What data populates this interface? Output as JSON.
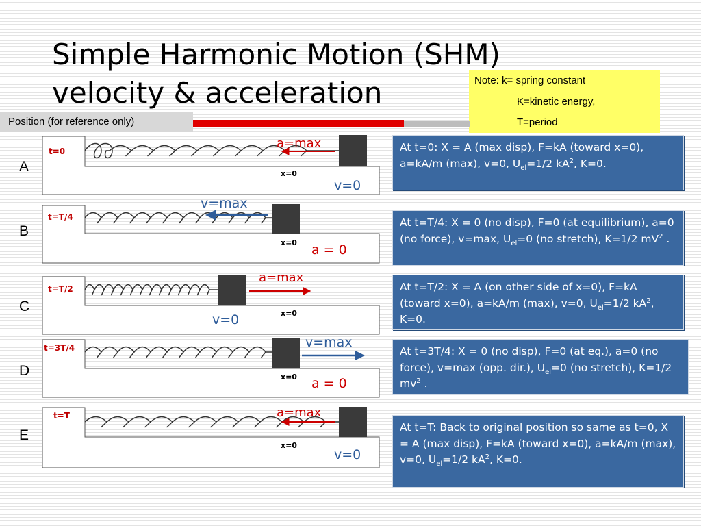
{
  "title": {
    "line1": "Simple Harmonic Motion (SHM)",
    "line2": "velocity & acceleration"
  },
  "note": {
    "line1": "Note:  k= spring constant",
    "line2": "K=kinetic energy,",
    "line3": "T=period"
  },
  "position_label": "Position (for reference only)",
  "colors": {
    "info_box": "#3a68a0",
    "note_box": "#ffff66",
    "arrow_red": "#cc0000",
    "arrow_blue": "#2e5c9a"
  },
  "rows": [
    {
      "letter": "A",
      "time_label": "t=0",
      "x0_label": "x=0",
      "vec_label": "a=max",
      "state_label": "v=0",
      "info": {
        "p1": "At t=0:  X = A (max disp), F=kA (toward x=0), a=kA/m (max), v=0, U",
        "sub": "el",
        "p2": "=1/2 kA",
        "sup": "2",
        "p3": ", K=0."
      }
    },
    {
      "letter": "B",
      "time_label": "t=T/4",
      "x0_label": "x=0",
      "vec_label": "v=max",
      "state_label": "a = 0",
      "info": {
        "p1": "At t=T/4:  X = 0 (no disp), F=0 (at equilibrium), a=0 (no force), v=max, U",
        "sub": "el",
        "p2": "=0 (no stretch), K=1/2 mV",
        "sup": "2",
        "p3": " ."
      }
    },
    {
      "letter": "C",
      "time_label": "t=T/2",
      "x0_label": "x=0",
      "vec_label": "a=max",
      "state_label": "v=0",
      "info": {
        "p1": "At t=T/2:  X = A (on other side of x=0), F=kA (toward x=0), a=kA/m (max), v=0, U",
        "sub": "el",
        "p2": "=1/2 kA",
        "sup": "2",
        "p3": ", K=0."
      }
    },
    {
      "letter": "D",
      "time_label": "t=3T/4",
      "x0_label": "x=0",
      "vec_label": "v=max",
      "state_label": "a = 0",
      "info": {
        "p1": "At t=3T/4:  X = 0 (no disp), F=0 (at eq.), a=0 (no force), v=max (opp. dir.), U",
        "sub": "el",
        "p2": "=0 (no stretch), K=1/2 mv",
        "sup": "2",
        "p3": " ."
      }
    },
    {
      "letter": "E",
      "time_label": "t=T",
      "x0_label": "x=0",
      "vec_label": "a=max",
      "state_label": "v=0",
      "info": {
        "p1": "At t=T:  Back to original position so same as t=0, X = A (max disp), F=kA (toward x=0), a=kA/m (max), v=0, U",
        "sub": "el",
        "p2": "=1/2 kA",
        "sup": "2",
        "p3": ", K=0."
      }
    }
  ]
}
